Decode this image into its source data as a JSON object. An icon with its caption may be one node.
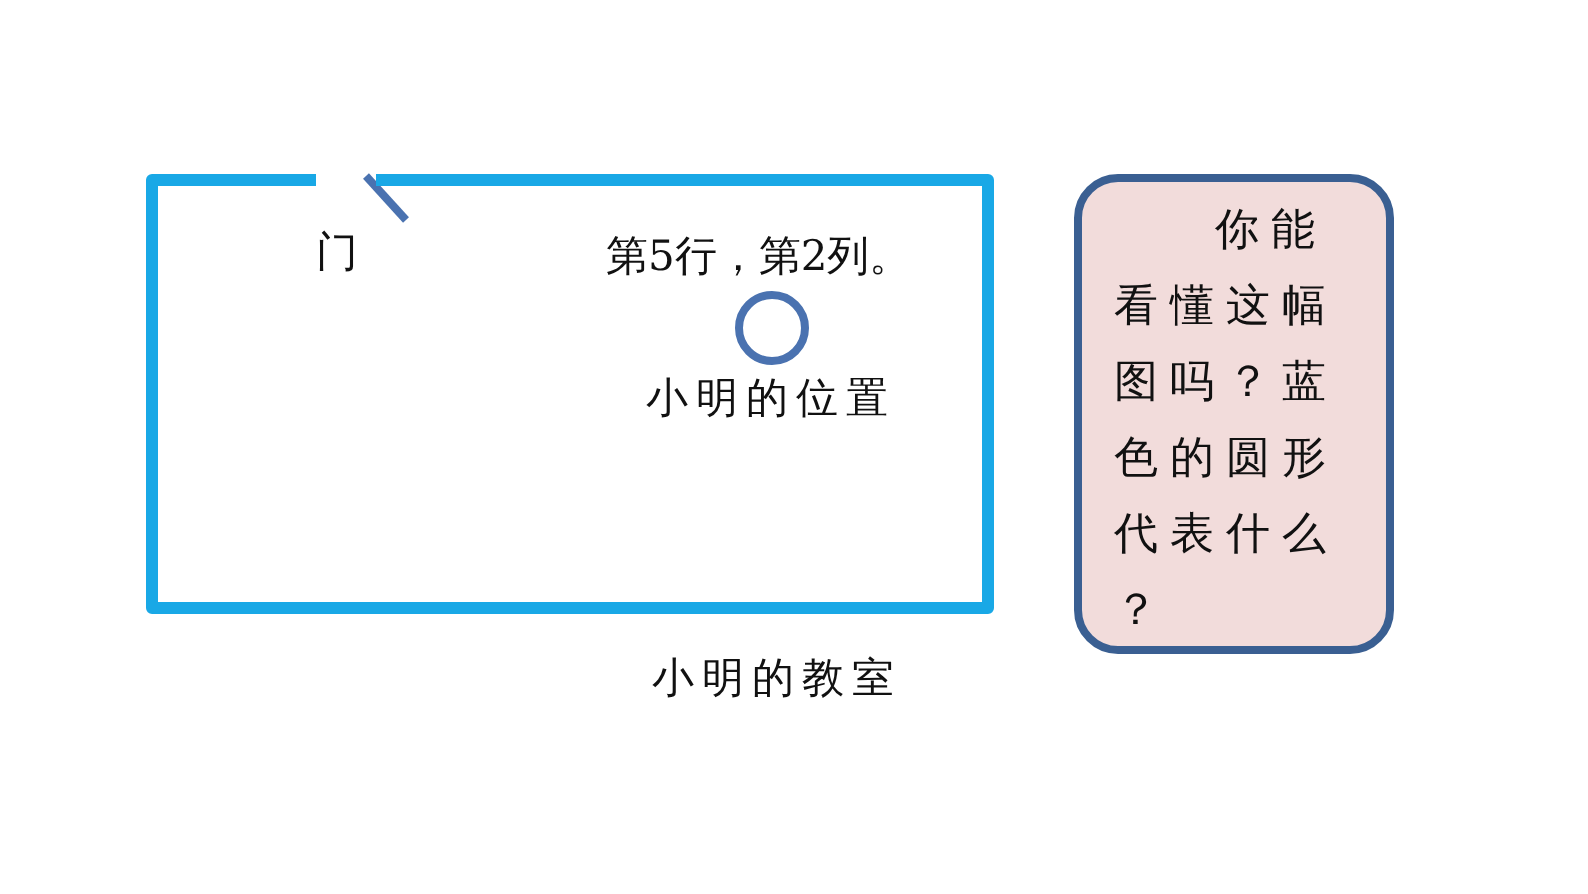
{
  "diagram": {
    "nodes": [
      {
        "text": [],
        "shape": "box",
        "beside": [
          "小明的教室"
        ]
      },
      {
        "text": [],
        "shape": "circle",
        "in": 0
      },
      {
        "text": [
          "你能看懂这幅图吗？蓝色的圆形代表什么？"
        ]
      }
    ],
    "labels": [
      "门",
      "第5行，第2列。",
      "小明的位置"
    ]
  }
}
